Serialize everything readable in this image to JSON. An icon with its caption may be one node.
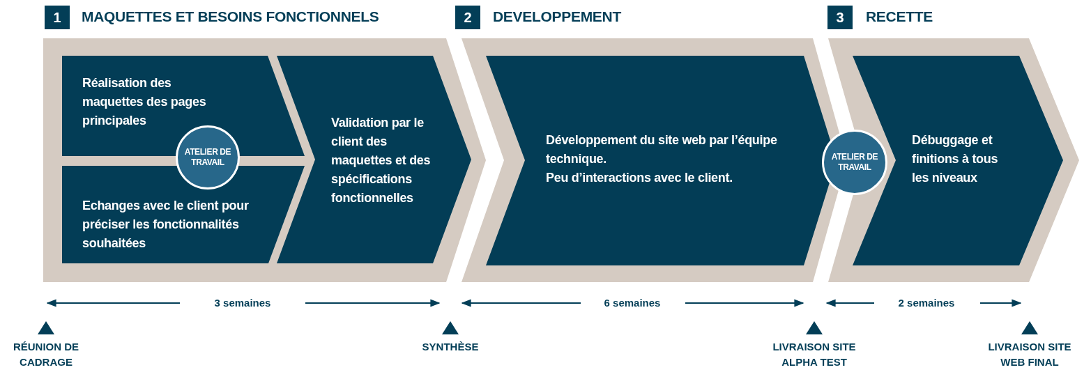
{
  "diagram": {
    "nodes": [
      {
        "text": [
          "1",
          "MAQUETTES ET BESOINS FONCTIONNELS"
        ]
      },
      {
        "text": [
          "Réalisation des maquettes des pages principales"
        ],
        "in": 0
      },
      {
        "text": [
          "Echanges avec le client pour préciser les fonctionnalités souhaitées"
        ],
        "in": 0
      },
      {
        "text": [
          "ATELIER DE TRAVAIL"
        ],
        "in": 0
      },
      {
        "text": [
          "Validation par le client des maquettes et des spécifications fonctionnelles"
        ],
        "in": 0
      },
      {
        "text": [
          "2",
          "DEVELOPPEMENT"
        ]
      },
      {
        "text": [
          "Développement du site web par l’équipe technique.",
          "Peu d’interactions avec le client."
        ],
        "in": 5
      },
      {
        "text": [
          "ATELIER DE TRAVAIL"
        ]
      },
      {
        "text": [
          "3",
          "RECETTE"
        ]
      },
      {
        "text": [
          "Débuggage et finitions à tous les niveaux"
        ],
        "in": 8
      }
    ],
    "labels": [
      "3 semaines",
      "6 semaines",
      "2 semaines",
      "RÉUNION DE CADRAGE",
      "SYNTHÈSE",
      "LIVRAISON SITE ALPHA TEST",
      "LIVRAISON SITE WEB FINAL"
    ]
  }
}
